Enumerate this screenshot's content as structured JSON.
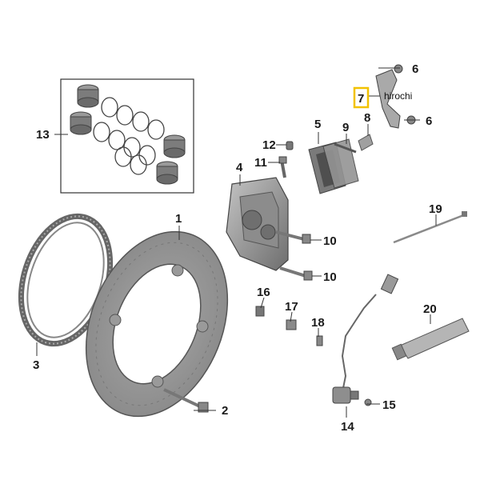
{
  "diagram": {
    "callouts": {
      "p1": "1",
      "p2": "2",
      "p3": "3",
      "p4": "4",
      "p5": "5",
      "p6a": "6",
      "p6b": "6",
      "p7": "7",
      "p8": "8",
      "p9": "9",
      "p10a": "10",
      "p10b": "10",
      "p11": "11",
      "p12": "12",
      "p13": "13",
      "p14": "14",
      "p15": "15",
      "p16": "16",
      "p17": "17",
      "p18": "18",
      "p19": "19",
      "p20": "20"
    },
    "highlighted_part": "7",
    "highlight_color": "#f2c200",
    "watermark": "hirochi"
  },
  "colors": {
    "metal": "#8a8a8a",
    "metal_dark": "#5f5f5f",
    "metal_light": "#b9b9b9",
    "line": "#333333"
  }
}
